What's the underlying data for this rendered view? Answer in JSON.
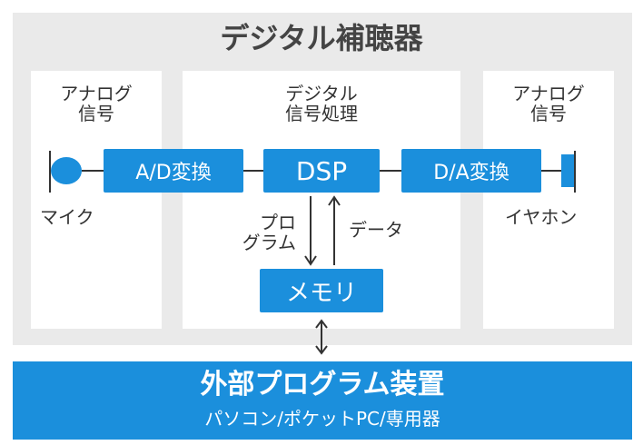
{
  "title": "デジタル補聴器",
  "sections": {
    "left_label_line1": "アナログ",
    "left_label_line2": "信号",
    "center_label_line1": "デジタル",
    "center_label_line2": "信号処理",
    "right_label_line1": "アナログ",
    "right_label_line2": "信号"
  },
  "components": {
    "mic_label": "マイク",
    "ad_label": "A/D変換",
    "dsp_label": "DSP",
    "da_label": "D/A変換",
    "earphone_label": "イヤホン",
    "memory_label": "メモリ"
  },
  "arrows": {
    "program_line1": "プロ",
    "program_line2": "グラム",
    "data_label": "データ"
  },
  "external": {
    "title": "外部プログラム装置",
    "subtitle": "パソコン/ポケットPC/専用器"
  },
  "colors": {
    "accent": "#1b8fdc",
    "panel_bg": "#eaeaea",
    "text": "#333333"
  }
}
